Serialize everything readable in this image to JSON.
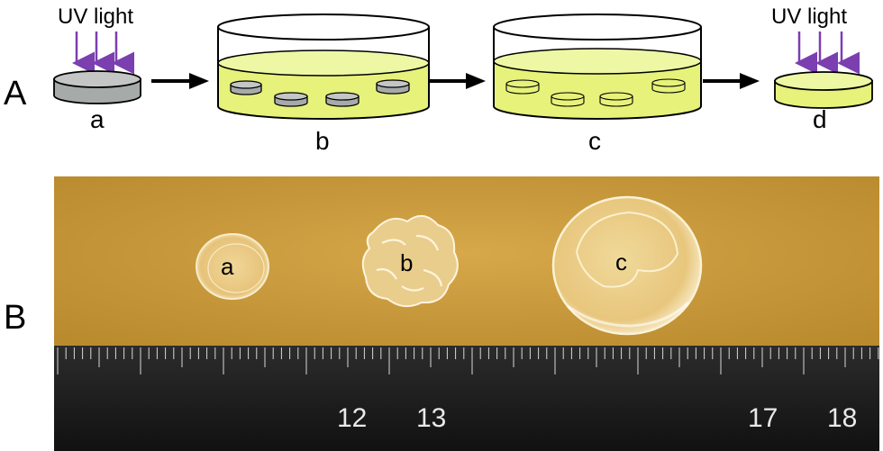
{
  "panel_a": {
    "panel_label": "A",
    "uv_label_left": "UV light",
    "uv_label_right": "UV light",
    "steps": [
      "a",
      "b",
      "c",
      "d"
    ]
  },
  "panel_b": {
    "panel_label": "B",
    "sample_labels": [
      "a",
      "b",
      "c"
    ],
    "ruler_numbers": [
      "12",
      "13",
      "17",
      "18"
    ]
  },
  "colors": {
    "uv_arrow": "#7b3fb0",
    "solution": "#e6f27a",
    "disk_gray": "#a6aaa8",
    "background_paper": "#c99a3a",
    "ruler": "#1c1c1c"
  }
}
